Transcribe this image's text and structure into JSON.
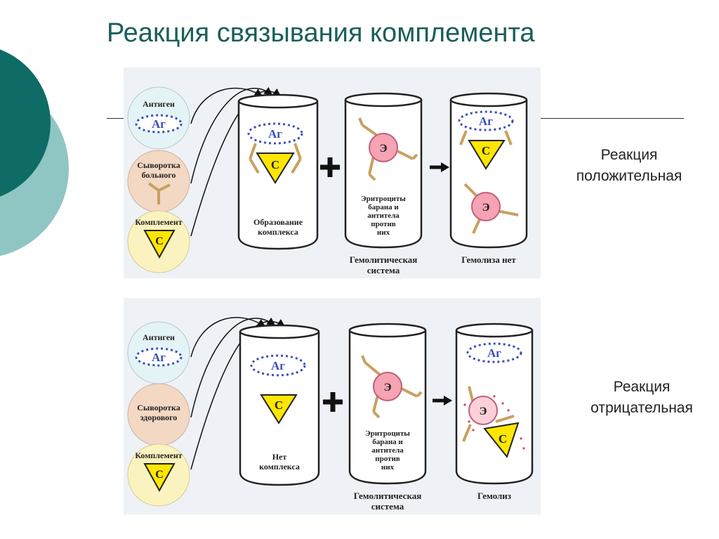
{
  "title": "Реакция связывания комплемента",
  "panels": [
    {
      "circle1": "Антиген",
      "antigen": "Аг",
      "circle2_line1": "Сыворотка",
      "circle2_line2": "больного",
      "circle3": "Комплемент",
      "complement": "С",
      "tube1_line1": "Образование",
      "tube1_line2": "комплекса",
      "erythrocyte": "Э",
      "tube2_lines": [
        "Эритроциты",
        "барана и",
        "антитела",
        "против",
        "них"
      ],
      "caption2_line1": "Гемолитическая",
      "caption2_line2": "система",
      "caption3": "Гемолиза нет",
      "side_line1": "Реакция",
      "side_line2": "положительная"
    },
    {
      "circle1": "Антиген",
      "antigen": "Аг",
      "circle2_line1": "Сыворотка",
      "circle2_line2": "здорового",
      "circle3": "Комплемент",
      "complement": "С",
      "tube1_line1": "Нет",
      "tube1_line2": "комплекса",
      "erythrocyte": "Э",
      "tube2_lines": [
        "Эритроциты",
        "барана и",
        "антитела",
        "против",
        "них"
      ],
      "caption2_line1": "Гемолитическая",
      "caption2_line2": "система",
      "caption3": "Гемолиз",
      "side_line1": "Реакция",
      "side_line2": "отрицательная"
    }
  ],
  "colors": {
    "title": "#1a5e5a",
    "deco_dark": "#0f6b66",
    "deco_light": "#8fc6c3",
    "antigen_fill": "#3b4fb8",
    "complement_fill": "#ffe600",
    "erythrocyte_fill": "#f6a3b4",
    "antibody": "#c8a060"
  }
}
